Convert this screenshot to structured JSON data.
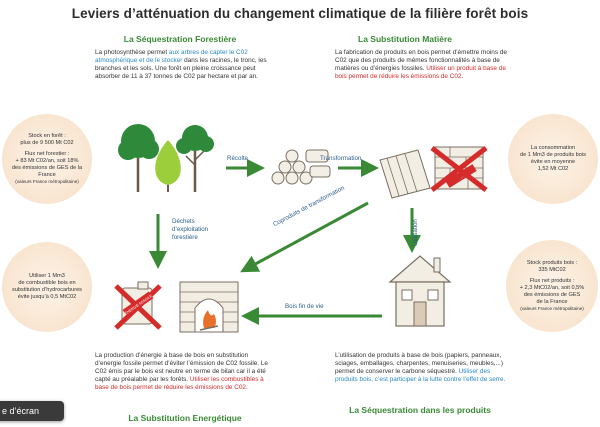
{
  "title": "Leviers d’atténuation du changement climatique de la filière forêt bois",
  "sections": {
    "forest": {
      "title": "La Séquestration Forestière",
      "text_1": "La photosynthèse permet ",
      "text_blue": "aux arbres de capter le C02 atmosphérique et de le stocker",
      "text_2": " dans les racines, le tronc, les branches et les sols. Une forêt en pleine croissance peut absorber de 11 à 37 tonnes de C02 par hectare et par an."
    },
    "material": {
      "title": "La Substitution Matière",
      "text_1": "La fabrication de produits en bois permet d’émettre moins de C02 que des produits de mêmes fonctionnalités à base de matières ou d’énergies fossiles. ",
      "text_red": "Utiliser un produit à base de bois permet de réduire les émissions de C02."
    },
    "energy": {
      "title": "La Substitution Energétique",
      "text_1": "La production d’énergie à base de bois en substitution d’energie fossile permet d’éviter l’émission de C02 fossile. Le C02 émis par le bois est neutre en terme de bilan car il a été capté au préalable par les forêts. ",
      "text_red": "Utiliser les combustibles à base de bois permet de réduire les émissions de C02."
    },
    "products": {
      "title": "La Séquestration dans les produits",
      "text_1": "L’utilisation de produits à base de bois (papiers, panneaux, sciages, emballages, charpentes, menuiseries, meubles,...) permet de conserver le carbone séquestré. ",
      "text_blue": "Utiliser des produits bois, c’est participer à la lutte contre l’effet de serre."
    }
  },
  "circles": {
    "forest_stock": {
      "line1": "Stock en forêt :",
      "line2": "plus de 9 500 Mt C02",
      "line3": "Flux net forestier :",
      "line4": "+ 83 Mt C02/an, soit 18%",
      "line5": "des émissions de GES de la",
      "line6": "France",
      "line7": "(valeurs France métropolitaine)"
    },
    "consumption": {
      "line1": "La consommation",
      "line2": "de 1 Mm3 de produits bois",
      "line3": "évite en moyenne",
      "line4": "1,52 Mt C02"
    },
    "fuel": {
      "line1": "Utiliser 1 Mm3",
      "line2": "de combustible bois en",
      "line3": "substitution d’hydrocarbures",
      "line4": "évite jusqu’à 0,5 MtC02"
    },
    "products_stock": {
      "line1": "Stock produits bois :",
      "line2": "335 MtC02",
      "line3": "Flux net produits :",
      "line4": "+ 2,3 MtC02/an, soit 0,5%",
      "line5": "des émissions de GES",
      "line6": "de la France",
      "line7": "(valeurs France métropolitaine)"
    }
  },
  "flows": {
    "recolte": "Récolte",
    "transformation": "Transformation",
    "dechets_1": "Déchets",
    "dechets_2": "d’exploitation",
    "dechets_3": "forestière",
    "coproduits": "Coproduits de transformation",
    "utilisation": "Utilisation",
    "fin_de_vie": "Bois fin de vie"
  },
  "stamps": {
    "material": "...",
    "energy": "ÉNERGIE FOSSILE"
  },
  "tooltip": "e d’écran",
  "colors": {
    "title_green": "#3a8a35",
    "arrow_green": "#3a8a35",
    "blue_text": "#2a8ac8",
    "red_text": "#d52b2b",
    "circle_fill": "#f9e6d2"
  }
}
